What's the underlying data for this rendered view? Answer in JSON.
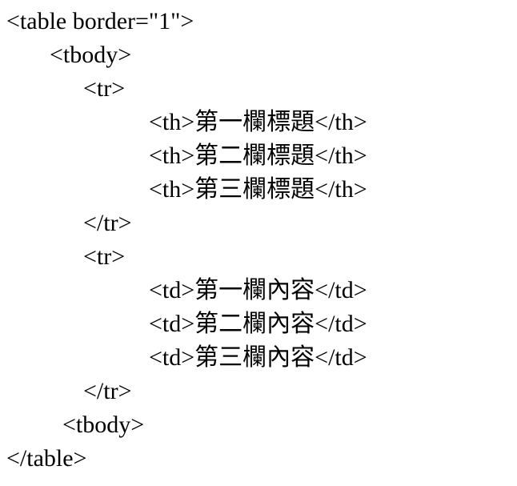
{
  "code": {
    "language": "html-source",
    "colors": {
      "text": "#000000",
      "background": "#ffffff"
    },
    "lines": [
      {
        "text": "<table border=\"1\">"
      },
      {
        "text": "<tbody>"
      },
      {
        "text": "<tr>"
      },
      {
        "text": "<th>第一欄標題</th>"
      },
      {
        "text": "<th>第二欄標題</th>"
      },
      {
        "text": "<th>第三欄標題</th>"
      },
      {
        "text": "</tr>"
      },
      {
        "text": "<tr>"
      },
      {
        "text": "<td>第一欄內容</td>"
      },
      {
        "text": "<td>第二欄內容</td>"
      },
      {
        "text": "<td>第三欄內容</td>"
      },
      {
        "text": "</tr>"
      },
      {
        "text": "<tbody>"
      },
      {
        "text": "</table>"
      }
    ]
  }
}
